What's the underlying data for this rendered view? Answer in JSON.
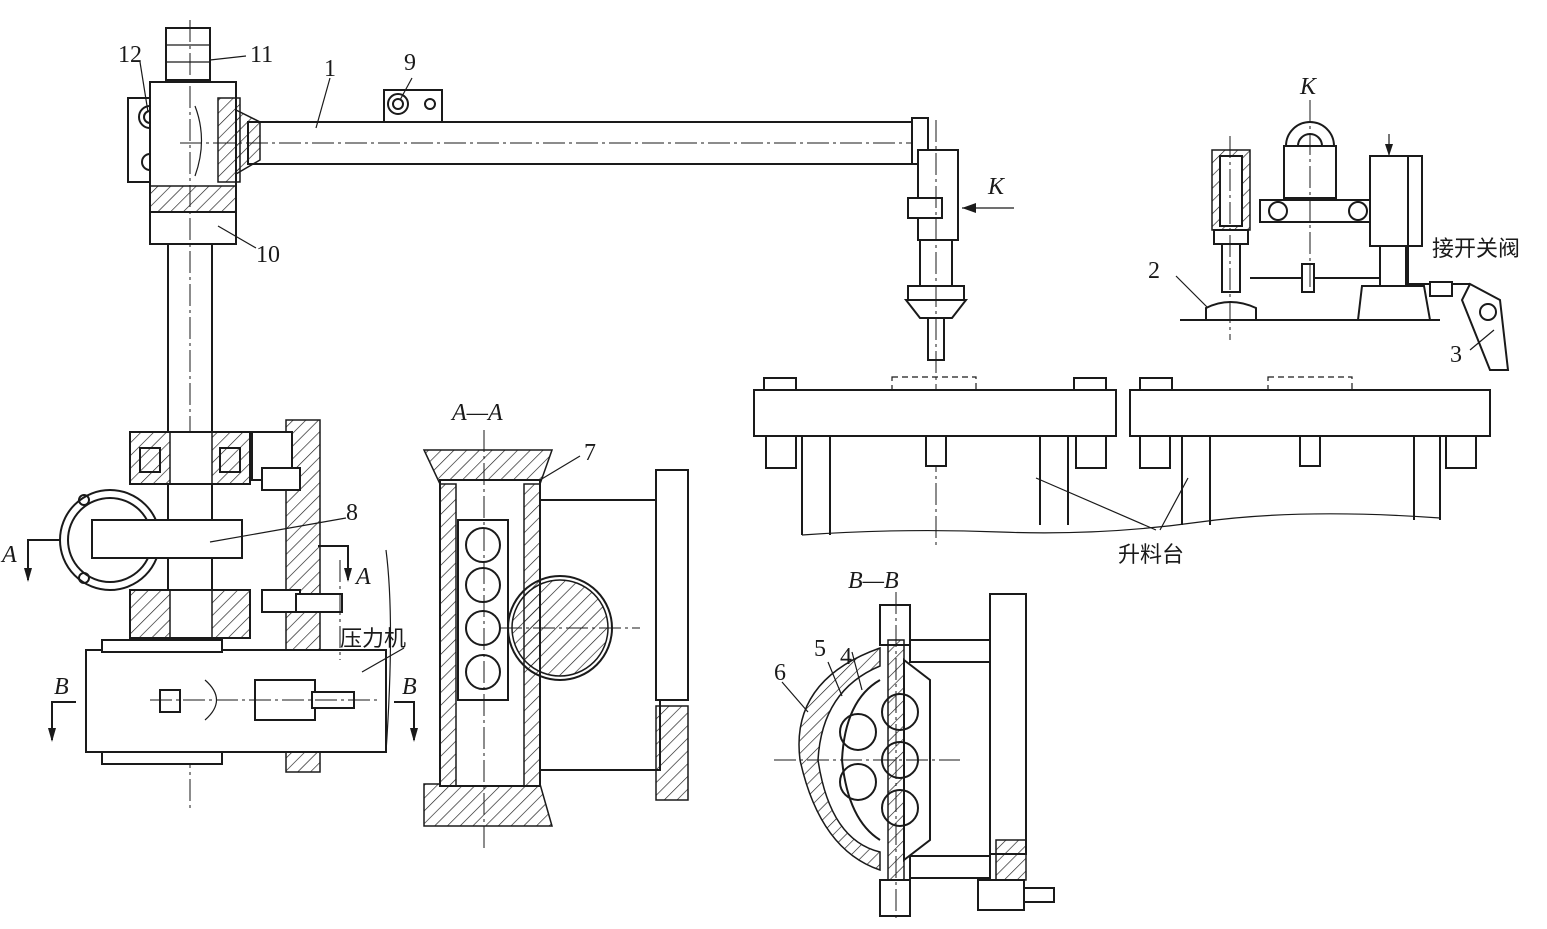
{
  "labels": {
    "n1": "1",
    "n2": "2",
    "n3": "3",
    "n4": "4",
    "n5": "5",
    "n6": "6",
    "n7": "7",
    "n8": "8",
    "n9": "9",
    "n10": "10",
    "n11": "11",
    "n12": "12",
    "view_k_arrow": "K",
    "view_k_title": "K",
    "section_aa": "A—A",
    "section_bb": "B—B",
    "a_left": "A",
    "a_right": "A",
    "b_left": "B",
    "b_right": "B",
    "press": "压力机",
    "lift_table": "升料台",
    "valve": "接开关阀"
  }
}
